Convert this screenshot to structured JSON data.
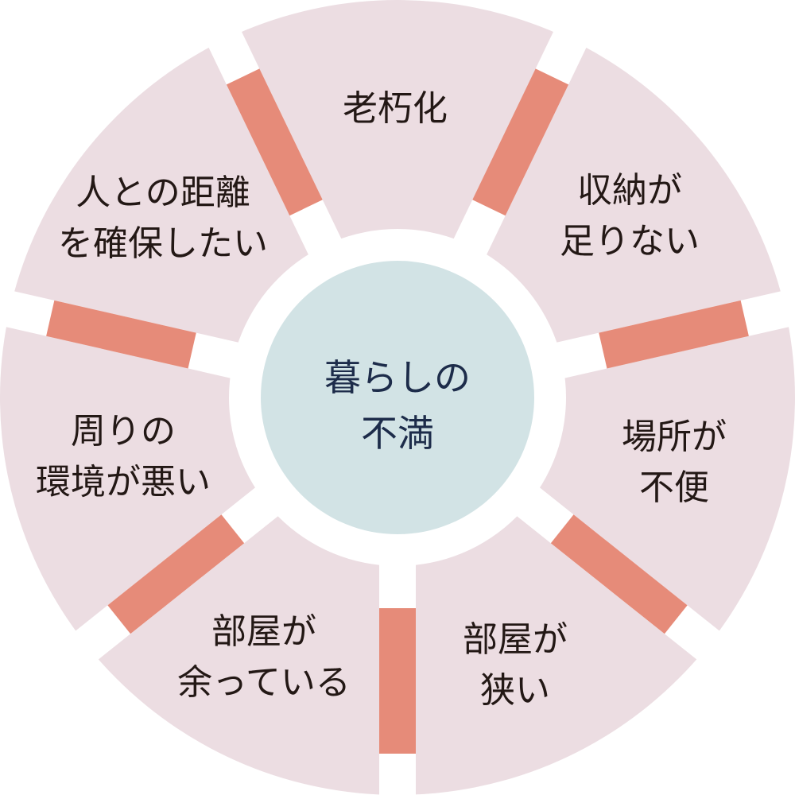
{
  "center": {
    "lines": [
      "暮らしの",
      "不満"
    ]
  },
  "segments": [
    {
      "lines": [
        "老朽化"
      ]
    },
    {
      "lines": [
        "収納が",
        "足りない"
      ]
    },
    {
      "lines": [
        "場所が",
        "不便"
      ]
    },
    {
      "lines": [
        "部屋が",
        "狭い"
      ]
    },
    {
      "lines": [
        "部屋が",
        "余っている"
      ]
    },
    {
      "lines": [
        "周りの",
        "環境が悪い"
      ]
    },
    {
      "lines": [
        "人との距離",
        "を確保したい"
      ]
    }
  ],
  "colors": {
    "segment": "#ecdde2",
    "connector": "#e68b79",
    "center": "#d2e3e5",
    "text": "#231815",
    "center_text": "#1d2c4a"
  }
}
